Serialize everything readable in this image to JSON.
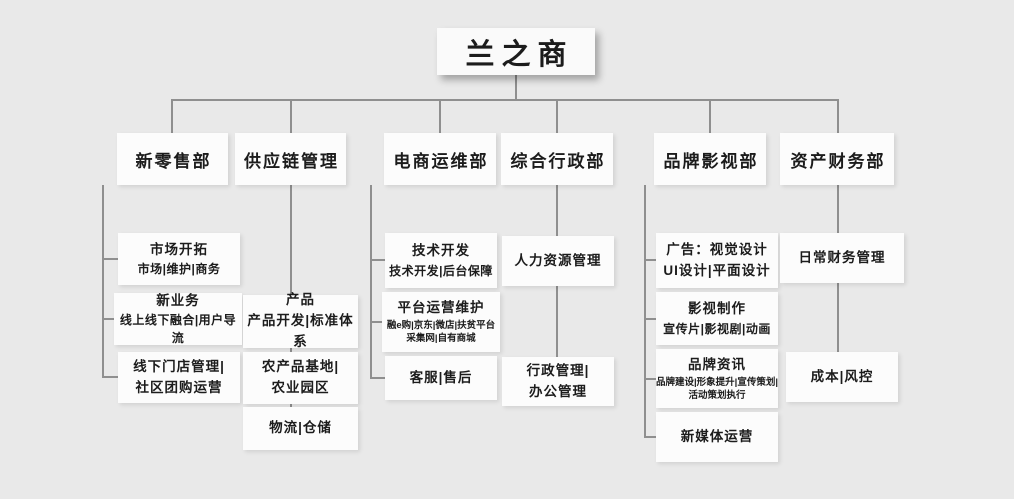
{
  "root": {
    "label": "兰之商"
  },
  "departments": [
    {
      "label": "新零售部",
      "children": [
        {
          "title": "市场开拓",
          "lines": [
            "市场|维护|商务"
          ]
        },
        {
          "title": "新业务",
          "lines": [
            "线上线下融合|用户导流"
          ]
        },
        {
          "title": "线下门店管理|",
          "lines": [
            "社区团购运营"
          ]
        }
      ]
    },
    {
      "label": "供应链管理",
      "children": [
        {
          "title": "产品",
          "lines": [
            "产品开发|标准体系"
          ]
        },
        {
          "title": "农产品基地|",
          "lines": [
            "农业园区"
          ]
        },
        {
          "title": "物流|仓储",
          "lines": []
        }
      ]
    },
    {
      "label": "电商运维部",
      "children": [
        {
          "title": "技术开发",
          "lines": [
            "技术开发|后台保障"
          ]
        },
        {
          "title": "平台运营维护",
          "lines": [
            "融e购|京东|微店|扶贫平台",
            "采集网|自有商城"
          ]
        },
        {
          "title": "客服|售后",
          "lines": []
        }
      ]
    },
    {
      "label": "综合行政部",
      "children": [
        {
          "title": "人力资源管理",
          "lines": []
        },
        {
          "title": "行政管理|",
          "lines": [
            "办公管理"
          ]
        }
      ]
    },
    {
      "label": "品牌影视部",
      "children": [
        {
          "title": "广告：视觉设计",
          "lines": [
            "UI设计|平面设计"
          ]
        },
        {
          "title": "影视制作",
          "lines": [
            "宣传片|影视剧|动画"
          ]
        },
        {
          "title": "品牌资讯",
          "lines": [
            "品牌建设|形象提升|宣传策划|",
            "活动策划执行"
          ]
        },
        {
          "title": "新媒体运营",
          "lines": []
        }
      ]
    },
    {
      "label": "资产财务部",
      "children": [
        {
          "title": "日常财务管理",
          "lines": []
        },
        {
          "title": "成本|风控",
          "lines": []
        }
      ]
    }
  ],
  "colors": {
    "background": "#e9e9e9",
    "node_background": "#fcfcfc",
    "connector": "#8f8f8f",
    "text": "#1c1c1c"
  }
}
